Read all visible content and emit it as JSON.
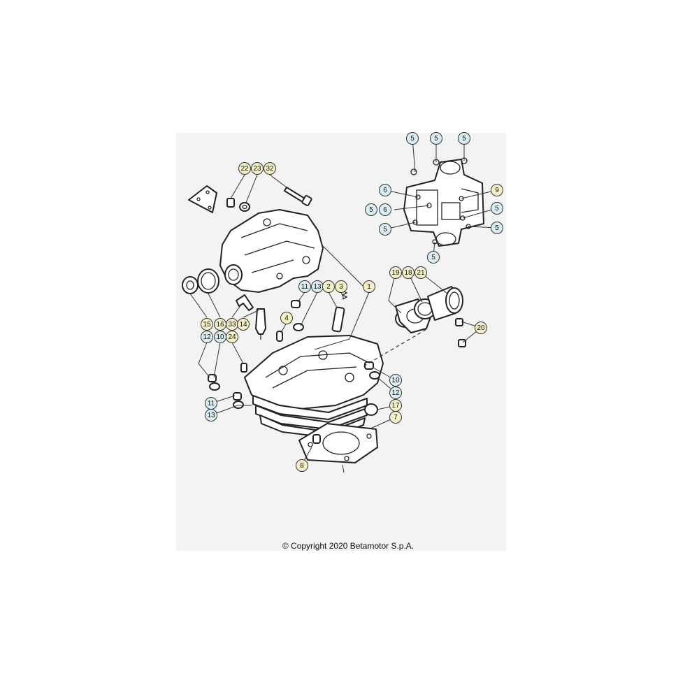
{
  "colors": {
    "yellow_callout": "#f4f1c9",
    "blue_callout": "#d8eef2",
    "panel_background": "#f3f3f3"
  },
  "callouts": [
    {
      "label": "22",
      "color": "yellow"
    },
    {
      "label": "23",
      "color": "yellow"
    },
    {
      "label": "32",
      "color": "yellow"
    },
    {
      "label": "11",
      "color": "blue"
    },
    {
      "label": "13",
      "color": "blue"
    },
    {
      "label": "2",
      "color": "yellow"
    },
    {
      "label": "3",
      "color": "yellow"
    },
    {
      "label": "1",
      "color": "yellow"
    },
    {
      "label": "4",
      "color": "yellow"
    },
    {
      "label": "15",
      "color": "yellow"
    },
    {
      "label": "16",
      "color": "yellow"
    },
    {
      "label": "33",
      "color": "yellow"
    },
    {
      "label": "14",
      "color": "yellow"
    },
    {
      "label": "12",
      "color": "blue"
    },
    {
      "label": "10",
      "color": "blue"
    },
    {
      "label": "24",
      "color": "yellow"
    },
    {
      "label": "11",
      "color": "blue"
    },
    {
      "label": "13",
      "color": "blue"
    },
    {
      "label": "10",
      "color": "blue"
    },
    {
      "label": "12",
      "color": "blue"
    },
    {
      "label": "17",
      "color": "yellow"
    },
    {
      "label": "7",
      "color": "yellow"
    },
    {
      "label": "8",
      "color": "yellow"
    },
    {
      "label": "19",
      "color": "yellow"
    },
    {
      "label": "18",
      "color": "yellow"
    },
    {
      "label": "21",
      "color": "yellow"
    },
    {
      "label": "20",
      "color": "yellow"
    },
    {
      "label": "5",
      "color": "blue"
    },
    {
      "label": "5",
      "color": "blue"
    },
    {
      "label": "5",
      "color": "blue"
    },
    {
      "label": "6",
      "color": "blue"
    },
    {
      "label": "5",
      "color": "blue"
    },
    {
      "label": "6",
      "color": "blue"
    },
    {
      "label": "9",
      "color": "yellow"
    },
    {
      "label": "5",
      "color": "blue"
    },
    {
      "label": "5",
      "color": "blue"
    },
    {
      "label": "5",
      "color": "blue"
    },
    {
      "label": "5",
      "color": "blue"
    }
  ],
  "copyright": "© Copyright 2020 Betamotor S.p.A."
}
